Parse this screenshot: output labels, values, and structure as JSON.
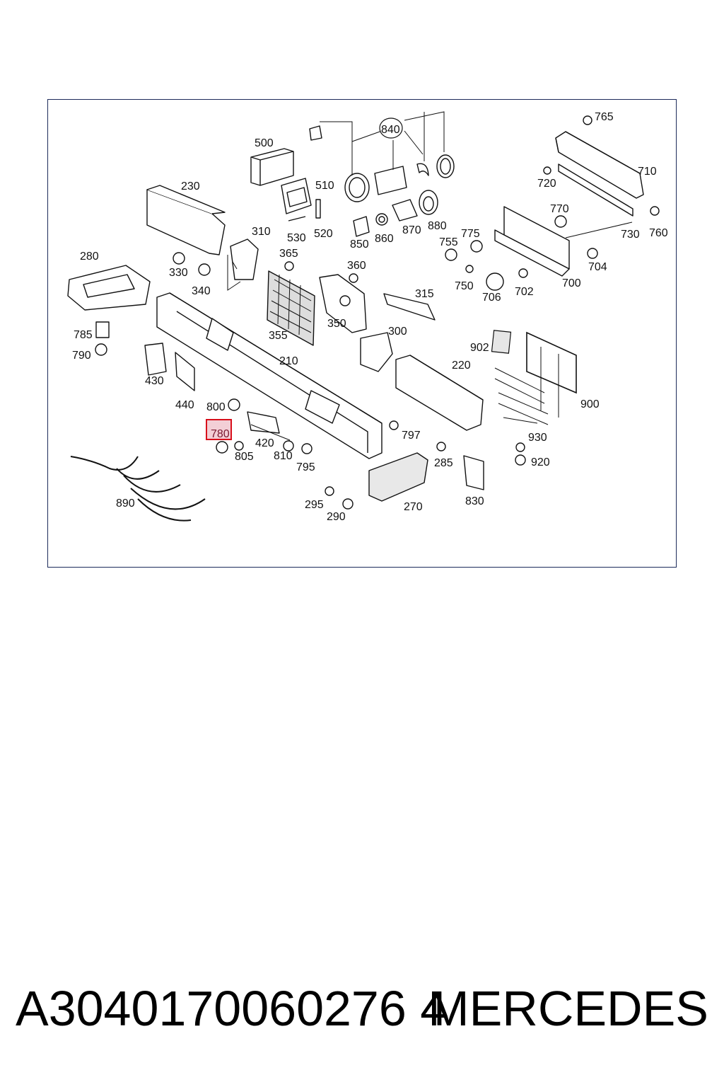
{
  "diagram": {
    "callouts": [
      "765",
      "840",
      "500",
      "710",
      "720",
      "230",
      "510",
      "880",
      "870",
      "860",
      "850",
      "520",
      "530",
      "310",
      "770",
      "730",
      "760",
      "775",
      "755",
      "280",
      "365",
      "330",
      "340",
      "360",
      "704",
      "750",
      "700",
      "702",
      "706",
      "315",
      "785",
      "790",
      "355",
      "350",
      "300",
      "902",
      "430",
      "210",
      "220",
      "440",
      "800",
      "900",
      "780",
      "797",
      "420",
      "930",
      "805",
      "810",
      "795",
      "285",
      "920",
      "890",
      "295",
      "830",
      "270",
      "290"
    ],
    "highlighted": "780"
  },
  "footer": {
    "part_number": "A3040170060276 4",
    "brand": "MERCEDES"
  }
}
